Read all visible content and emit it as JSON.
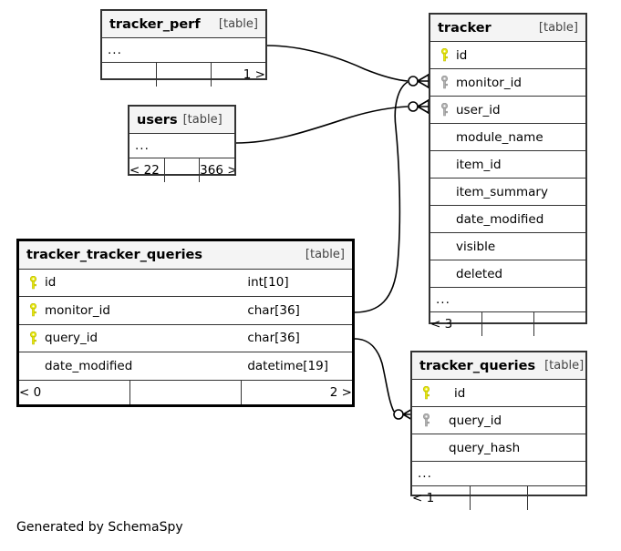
{
  "diagram": {
    "caption": "Generated by SchemaSpy",
    "table_tag": "[table]",
    "ellipsis": "...",
    "colors": {
      "primary_key": "#e8e80d",
      "foreign_key": "#b0b0b0",
      "border": "#333333",
      "focus_border": "#000000",
      "header_bg": "#f4f4f4",
      "background": "#ffffff"
    }
  },
  "tables": {
    "tracker_perf": {
      "name": "tracker_perf",
      "tag": "[table]",
      "ellipsis": "...",
      "footer": {
        "left": "",
        "middle": "",
        "right": "1 >"
      }
    },
    "users": {
      "name": "users",
      "tag": "[table]",
      "ellipsis": "...",
      "footer": {
        "left": "< 22",
        "middle": "",
        "right": "366 >"
      }
    },
    "tracker": {
      "name": "tracker",
      "tag": "[table]",
      "ellipsis": "...",
      "columns": [
        {
          "name": "id",
          "key": "primary"
        },
        {
          "name": "monitor_id",
          "key": "foreign"
        },
        {
          "name": "user_id",
          "key": "foreign"
        },
        {
          "name": "module_name",
          "key": "none"
        },
        {
          "name": "item_id",
          "key": "none"
        },
        {
          "name": "item_summary",
          "key": "none"
        },
        {
          "name": "date_modified",
          "key": "none"
        },
        {
          "name": "visible",
          "key": "none"
        },
        {
          "name": "deleted",
          "key": "none"
        }
      ],
      "footer": {
        "left": "< 3",
        "middle": "",
        "right": ""
      }
    },
    "tracker_tracker_queries": {
      "name": "tracker_tracker_queries",
      "tag": "[table]",
      "focused": true,
      "columns": [
        {
          "name": "id",
          "type": "int[10]",
          "key": "primary"
        },
        {
          "name": "monitor_id",
          "type": "char[36]",
          "key": "primary"
        },
        {
          "name": "query_id",
          "type": "char[36]",
          "key": "primary"
        },
        {
          "name": "date_modified",
          "type": "datetime[19]",
          "key": "none"
        }
      ],
      "footer": {
        "left": "< 0",
        "middle": "",
        "right": "2 >"
      }
    },
    "tracker_queries": {
      "name": "tracker_queries",
      "tag": "[table]",
      "ellipsis": "...",
      "columns": [
        {
          "name": "id",
          "key": "primary"
        },
        {
          "name": "query_id",
          "key": "foreign"
        },
        {
          "name": "query_hash",
          "key": "none"
        }
      ],
      "footer": {
        "left": "< 1",
        "middle": "",
        "right": ""
      }
    }
  },
  "relationships": [
    {
      "from": "tracker_perf",
      "to": "tracker.monitor_id",
      "cardinality": "zero-or-many"
    },
    {
      "from": "users",
      "to": "tracker.user_id",
      "cardinality": "zero-or-many"
    },
    {
      "from": "tracker_tracker_queries.monitor_id",
      "to": "tracker.monitor_id",
      "cardinality": "zero-or-many"
    },
    {
      "from": "tracker_tracker_queries.query_id",
      "to": "tracker_queries.query_id",
      "cardinality": "zero-or-many"
    }
  ]
}
